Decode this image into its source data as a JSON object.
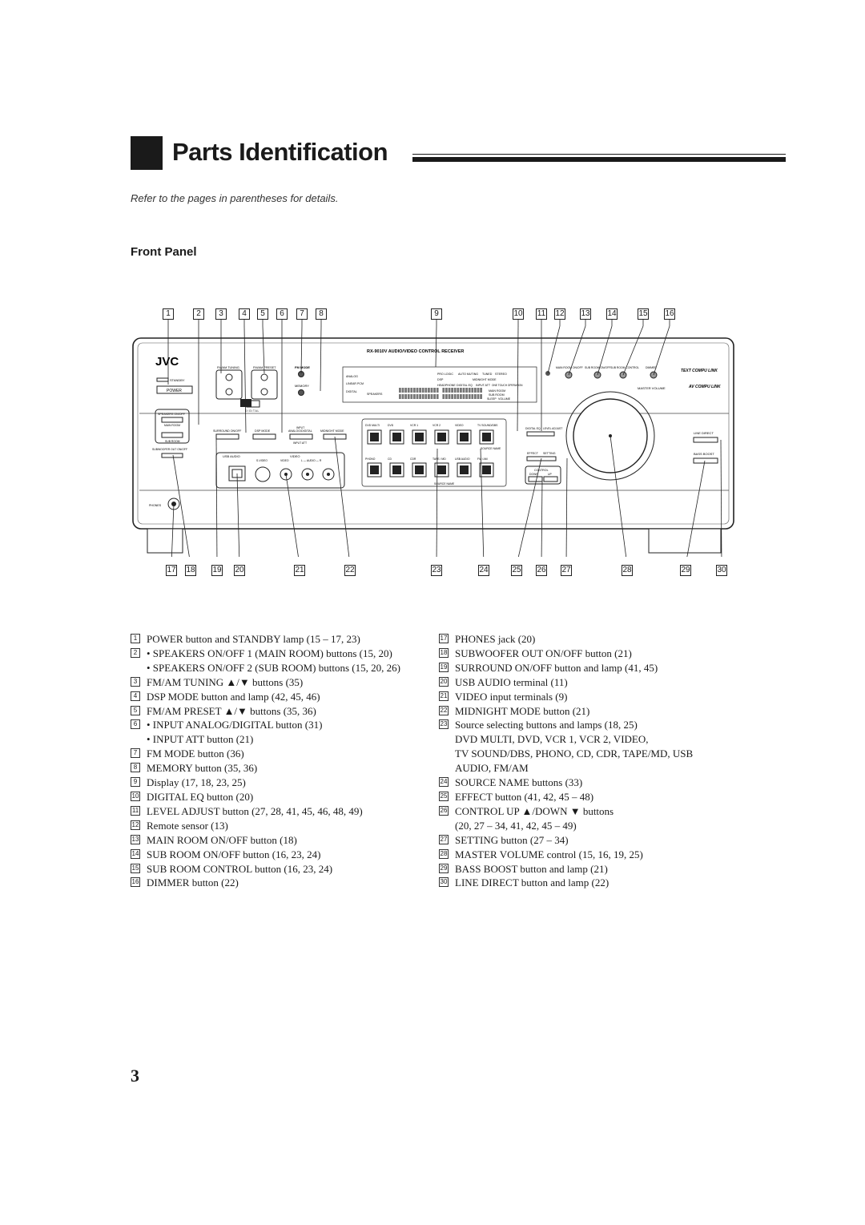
{
  "page": {
    "title": "Parts Identification",
    "subtitle": "Refer to the pages in parentheses for details.",
    "section": "Front Panel",
    "page_number": "3"
  },
  "panel": {
    "brand": "JVC",
    "model": "RX-9010V   AUDIO/VIDEO CONTROL RECEIVER",
    "standby": "STANDBY",
    "power": "POWER",
    "fm_am_tuning": "FM/AM TUNING",
    "fm_am_preset": "FM/AM PRESET",
    "fm_mode": "FM MODE",
    "memory": "MEMORY",
    "speakers_on_off": "SPEAKERS ON/OFF",
    "main_room": "MAIN ROOM",
    "sub_room": "SUB ROOM",
    "subwoofer_out": "SUBWOOFER OUT ON/OFF",
    "surround_on_off": "SURROUND ON/OFF",
    "dsp_mode": "DSP MODE",
    "input_analog_digital": "ANALOG/DIGITAL",
    "input_label": "INPUT",
    "input_att": "INPUT ATT",
    "midnight_mode": "MIDNIGHT MODE",
    "usb_audio": "USB AUDIO",
    "video": "VIDEO",
    "s_video": "S-VIDEO",
    "video_jack": "VIDEO",
    "audio_lr": "L — AUDIO — R",
    "phones": "PHONES",
    "digital_word": "D I G I T A L",
    "sources_top": [
      "DVD MULTI",
      "DVD",
      "VCR 1",
      "VCR 2",
      "VIDEO",
      "TV SOUND/DBS"
    ],
    "sources_bottom": [
      "PHONO",
      "CD",
      "CDR",
      "TAPE / MD",
      "USB AUDIO",
      "FM / AM"
    ],
    "source_name": "SOURCE NAME",
    "digital_eq": "DIGITAL EQ",
    "level_adjust": "LEVEL ADJUST",
    "effect": "EFFECT",
    "setting": "SETTING",
    "control": "CONTROL",
    "down": "DOWN",
    "up": "UP",
    "main_room_on_off": "MAIN ROOM ON/OFF",
    "sub_room_on_off": "SUB ROOM ON/OFF",
    "sub_room_control": "SUB ROOM CONTROL",
    "dimmer": "DIMMER",
    "text_compu_link": "TEXT COMPU LINK",
    "av_compu_link": "AV COMPU LINK",
    "master_volume": "MASTER VOLUME",
    "line_direct": "LINE DIRECT",
    "bass_boost": "BASS BOOST",
    "display": {
      "analog": "ANALOG",
      "linear_pcm": "LINEAR PCM",
      "digital": "DIGITAL",
      "pro_logic": "PRO LOGIC",
      "auto_muting": "AUTO MUTING",
      "tuned": "TUNED",
      "stereo": "STEREO",
      "dsp": "DSP",
      "headphone": "HEADPHONE",
      "digital_eq": "DIGITAL EQ",
      "input_att": "INPUT ATT",
      "one_touch": "ONE TOUCH OPERATION",
      "main_room": "MAIN ROOM",
      "sub_room": "SUB ROOM",
      "sleep": "SLEEP",
      "volume": "VOLUME",
      "speakers": "SPEAKERS",
      "midnight_mode": "MIDNIGHT MODE"
    }
  },
  "callouts_top": [
    "1",
    "2",
    "3",
    "4",
    "5",
    "6",
    "7",
    "8",
    "9",
    "10",
    "11",
    "12",
    "13",
    "14",
    "15",
    "16"
  ],
  "callouts_bottom": [
    "17",
    "18",
    "19",
    "20",
    "21",
    "22",
    "23",
    "24",
    "25",
    "26",
    "27",
    "28",
    "29",
    "30"
  ],
  "legend_left": [
    {
      "n": "1",
      "lines": [
        "POWER button and STANDBY lamp (15 – 17, 23)"
      ]
    },
    {
      "n": "2",
      "lines": [
        "• SPEAKERS ON/OFF 1 (MAIN ROOM) buttons (15, 20)",
        "• SPEAKERS ON/OFF 2 (SUB ROOM) buttons (15, 20, 26)"
      ]
    },
    {
      "n": "3",
      "lines": [
        "FM/AM TUNING ▲/▼ buttons (35)"
      ]
    },
    {
      "n": "4",
      "lines": [
        "DSP MODE button and lamp (42, 45, 46)"
      ]
    },
    {
      "n": "5",
      "lines": [
        "FM/AM PRESET ▲/▼ buttons (35, 36)"
      ]
    },
    {
      "n": "6",
      "lines": [
        "• INPUT ANALOG/DIGITAL button (31)",
        "• INPUT ATT button (21)"
      ]
    },
    {
      "n": "7",
      "lines": [
        "FM MODE button (36)"
      ]
    },
    {
      "n": "8",
      "lines": [
        "MEMORY button (35, 36)"
      ]
    },
    {
      "n": "9",
      "lines": [
        "Display (17, 18, 23, 25)"
      ]
    },
    {
      "n": "10",
      "lines": [
        "DIGITAL EQ button (20)"
      ]
    },
    {
      "n": "11",
      "lines": [
        "LEVEL ADJUST button (27, 28, 41, 45, 46, 48, 49)"
      ]
    },
    {
      "n": "12",
      "lines": [
        "Remote sensor (13)"
      ]
    },
    {
      "n": "13",
      "lines": [
        "MAIN ROOM ON/OFF button (18)"
      ]
    },
    {
      "n": "14",
      "lines": [
        "SUB ROOM ON/OFF button (16, 23, 24)"
      ]
    },
    {
      "n": "15",
      "lines": [
        "SUB ROOM CONTROL button (16, 23, 24)"
      ]
    },
    {
      "n": "16",
      "lines": [
        "DIMMER button (22)"
      ]
    }
  ],
  "legend_right": [
    {
      "n": "17",
      "lines": [
        "PHONES jack (20)"
      ]
    },
    {
      "n": "18",
      "lines": [
        "SUBWOOFER OUT ON/OFF button (21)"
      ]
    },
    {
      "n": "19",
      "lines": [
        "SURROUND ON/OFF button and lamp (41, 45)"
      ]
    },
    {
      "n": "20",
      "lines": [
        "USB AUDIO terminal (11)"
      ]
    },
    {
      "n": "21",
      "lines": [
        "VIDEO input terminals (9)"
      ]
    },
    {
      "n": "22",
      "lines": [
        "MIDNIGHT MODE button (21)"
      ]
    },
    {
      "n": "23",
      "lines": [
        "Source selecting buttons and lamps (18, 25)",
        "DVD MULTI, DVD, VCR 1, VCR 2, VIDEO,",
        "TV SOUND/DBS, PHONO, CD, CDR, TAPE/MD, USB",
        "AUDIO, FM/AM"
      ]
    },
    {
      "n": "24",
      "lines": [
        "SOURCE NAME buttons (33)"
      ]
    },
    {
      "n": "25",
      "lines": [
        "EFFECT button (41, 42, 45 – 48)"
      ]
    },
    {
      "n": "26",
      "lines": [
        "CONTROL UP ▲/DOWN ▼ buttons",
        "(20, 27 – 34, 41, 42, 45 – 49)"
      ]
    },
    {
      "n": "27",
      "lines": [
        "SETTING button (27 – 34)"
      ]
    },
    {
      "n": "28",
      "lines": [
        "MASTER VOLUME control (15, 16, 19, 25)"
      ]
    },
    {
      "n": "29",
      "lines": [
        "BASS BOOST button and lamp (21)"
      ]
    },
    {
      "n": "30",
      "lines": [
        "LINE DIRECT button and lamp (22)"
      ]
    }
  ]
}
